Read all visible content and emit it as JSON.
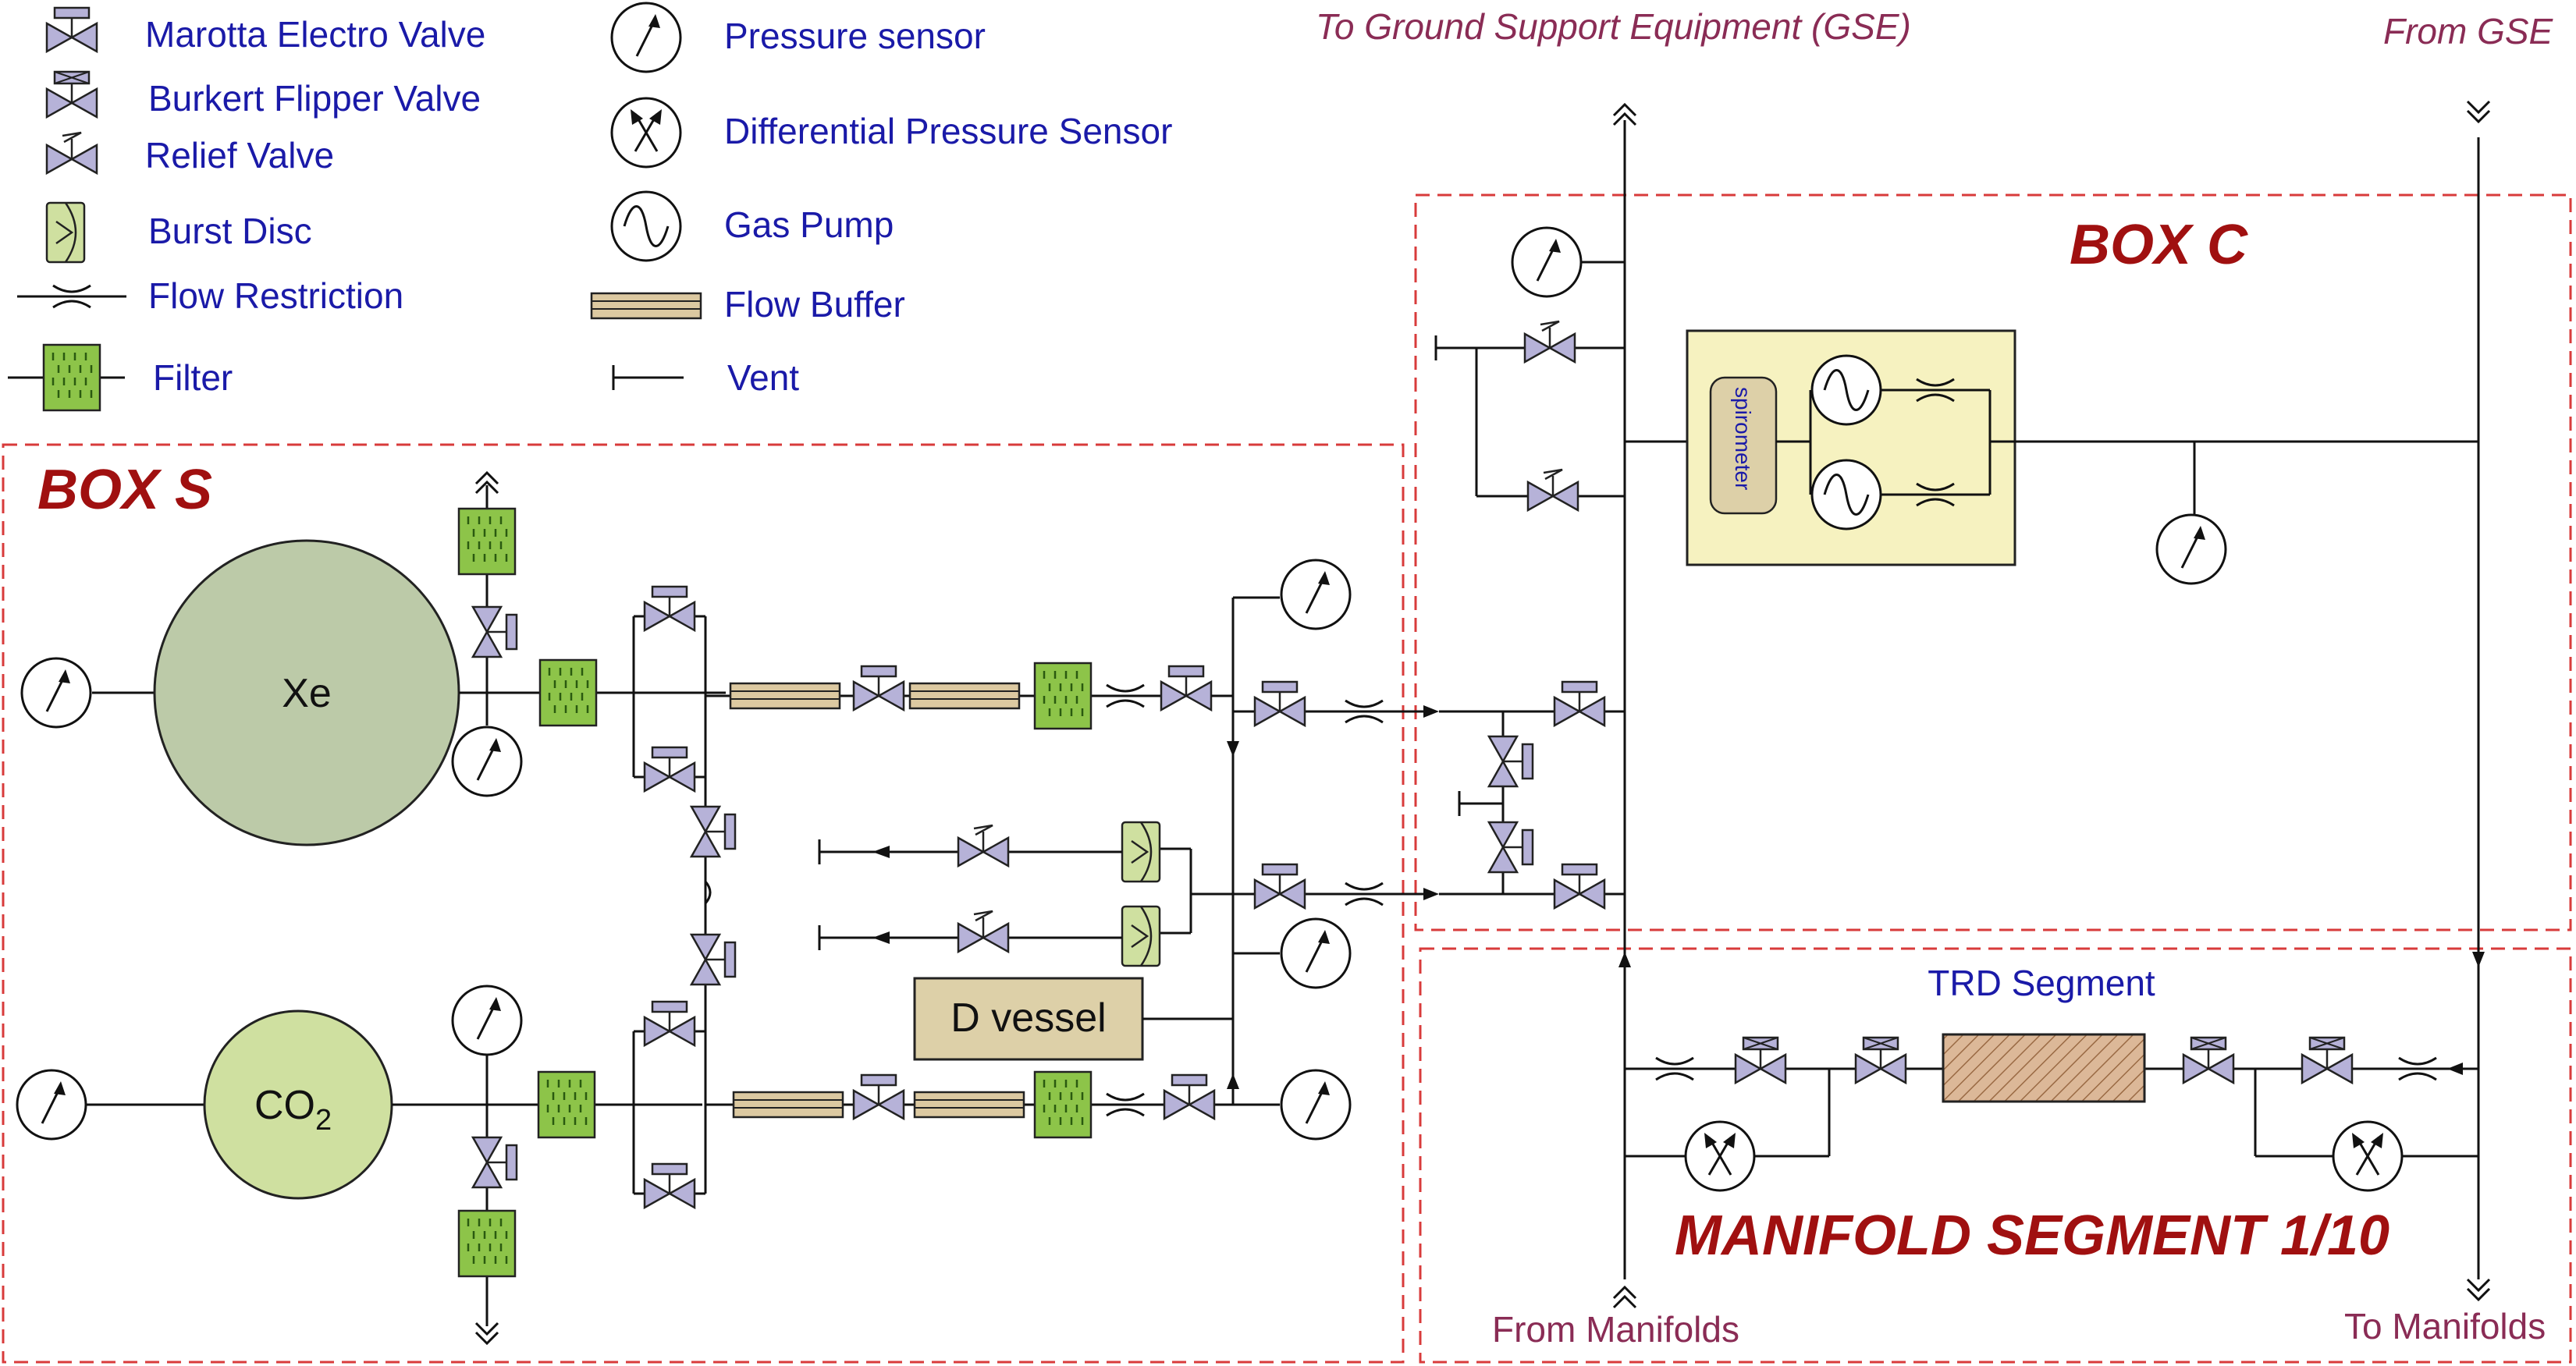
{
  "legend": {
    "items": [
      {
        "id": "marotta",
        "label": "Marotta Electro Valve"
      },
      {
        "id": "burkert",
        "label": "Burkert Flipper Valve"
      },
      {
        "id": "relief",
        "label": "Relief Valve"
      },
      {
        "id": "burst",
        "label": "Burst Disc"
      },
      {
        "id": "restriction",
        "label": "Flow Restriction"
      },
      {
        "id": "filter",
        "label": "Filter"
      },
      {
        "id": "pressure",
        "label": "Pressure sensor"
      },
      {
        "id": "diffpressure",
        "label": "Differential Pressure Sensor"
      },
      {
        "id": "pump",
        "label": "Gas Pump"
      },
      {
        "id": "buffer",
        "label": "Flow Buffer"
      },
      {
        "id": "vent",
        "label": "Vent"
      }
    ]
  },
  "labels": {
    "to_gse": "To Ground Support Equipment (GSE)",
    "from_gse": "From GSE",
    "from_manifolds": "From Manifolds",
    "to_manifolds": "To Manifolds",
    "trd_segment": "TRD Segment",
    "spirometer": "spirometer",
    "d_vessel": "D vessel"
  },
  "boxes": {
    "box_s": "BOX S",
    "box_c": "BOX  C",
    "manifold": "MANIFOLD SEGMENT  1/10"
  },
  "tanks": {
    "xe": "Xe",
    "co2_main": "CO",
    "co2_sub": "2"
  },
  "colors": {
    "legend_text": "#1a1aa8",
    "external_text": "#8a2c55",
    "box_title": "#a01010",
    "box_border": "#d83b3b",
    "xe_tank": "#bccaa8",
    "co2_tank": "#cfe0a0",
    "box_c_inner": "#f6f2c0",
    "d_vessel": "#ddd0a8",
    "trd_segment": "#dcb898",
    "valve": "#b6b2d8",
    "filter": "#8dc449"
  }
}
